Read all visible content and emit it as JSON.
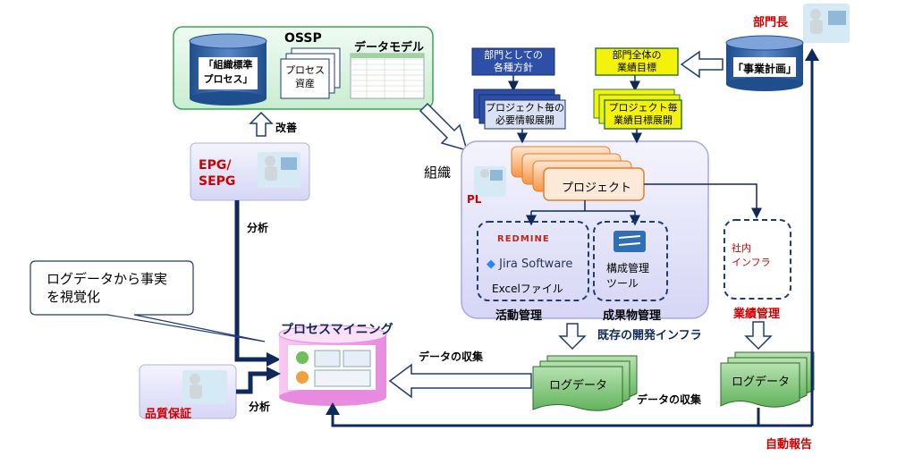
{
  "ossp": {
    "title": "OSSP",
    "data_model": "データモデル",
    "org_standard_process": "「組織標準\nプロセス」",
    "process_asset": "プロセス\n資産"
  },
  "improvement": "改善",
  "epg": "EPG/\nSEPG",
  "analysis_top": "分析",
  "callout": "ログデータから事実\nを視覚化",
  "process_mining": "プロセスマイニング",
  "qa": "品質保証",
  "analysis_bottom": "分析",
  "data_collection_left": "データの収集",
  "data_collection_right": "データの収集",
  "log_data_1": "ログデータ",
  "log_data_2": "ログデータ",
  "existing_infra": "既存の開発インフラ",
  "activity_mgmt": "活動管理",
  "deliverable_mgmt": "成果物管理",
  "org_label": "組織",
  "pl": "PL",
  "project": "プロジェクト",
  "redmine": "REDMINE",
  "jira": "Jira Software",
  "excel": "Excelファイル",
  "config_tool": "構成管理\nツール",
  "internal_infra": "社内\nインフラ",
  "perf_mgmt": "業績管理",
  "dept_policy": "部門としての\n各種方針",
  "project_info": "プロジェクト毎の\n必要情報展開",
  "dept_goals": "部門全体の\n業績目標",
  "project_goals": "プロジェクト毎\n業績目標展開",
  "business_plan": "「事業計画」",
  "dept_head": "部門長",
  "auto_report": "自動報告",
  "colors": {
    "navy": "#0f2a5a",
    "red": "#d00000",
    "green_box": "#dff5e4",
    "purple_box": "#e9e9fb",
    "orange": "#f79646",
    "log_green": "#7fc97f"
  }
}
